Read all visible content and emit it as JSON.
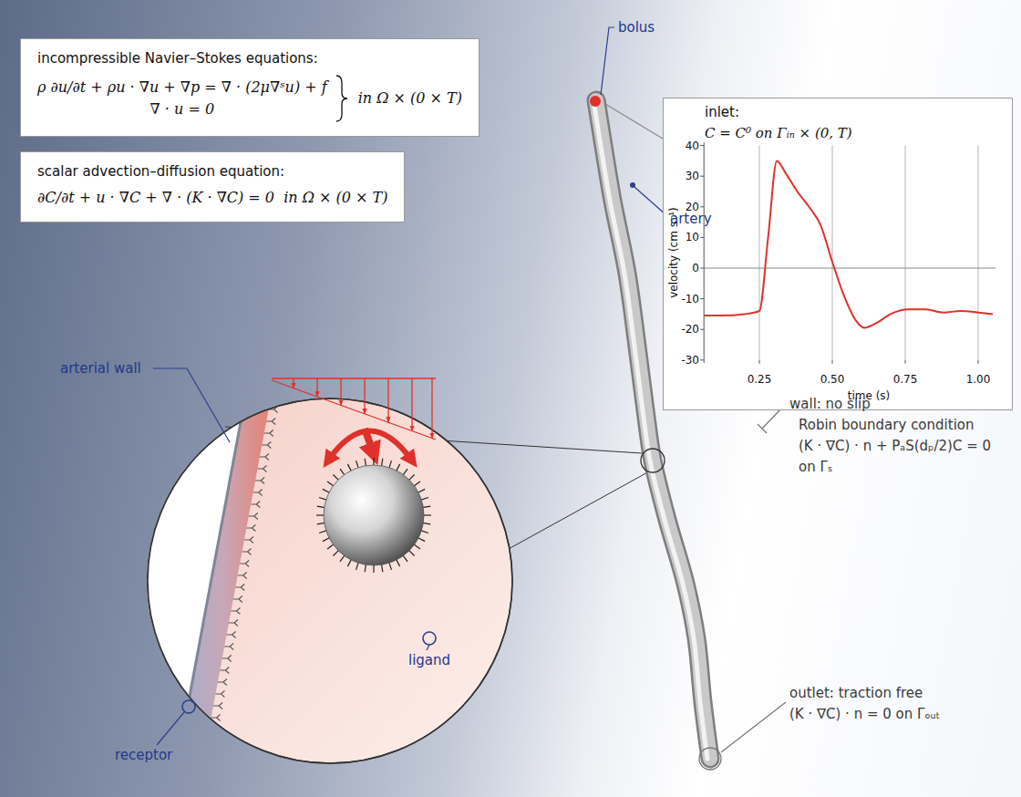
{
  "diagram": {
    "nodes": [
      {
        "text": [
          "incompressible Navier–Stokes equations:",
          "ρ ∂u/∂t + ρu · ∇u + ∇p = ∇ · (2μ∇ˢu) + f",
          "∇ · u = 0",
          "in Ω × (0 × T)"
        ]
      },
      {
        "text": [
          "scalar advection–diffusion equation:",
          "∂C/∂t + u · ∇C + ∇ · (K · ∇C) = 0  in Ω × (0 × T)"
        ]
      },
      {
        "text": [
          "inlet:",
          "C = C⁰ on Γᵢₙ × (0, T)"
        ]
      }
    ],
    "labels": [
      "bolus",
      "artery",
      "arterial wall",
      "receptor",
      "ligand",
      "wall: no slip",
      "Robin boundary condition",
      "(K · ∇C) · n + PₐS(dₚ/2)C = 0",
      "on Γₛ",
      "outlet: traction free",
      "(K · ∇C) · n = 0 on Γₒᵤₜ",
      "velocity (cm s⁻¹)",
      "time (s)",
      "40",
      "30",
      "20",
      "10",
      "0",
      "-10",
      "-20",
      "-30",
      "0.25",
      "0.50",
      "0.75",
      "1.00"
    ]
  }
}
